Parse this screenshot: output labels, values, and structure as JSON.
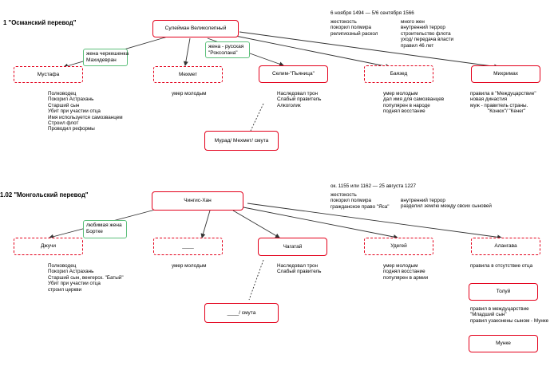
{
  "colors": {
    "box_border": "#e3001b",
    "spouse_border": "#5cbf7a",
    "line": "#333333"
  },
  "ottoman": {
    "heading": "1 \"Османский перевод\"",
    "ruler": "Сулейман Великолепный",
    "dates": "6 ноября 1494 — 5/6 сентября 1566",
    "notes_left": [
      "жестокость",
      "покорил полмира",
      "религиозный раскол"
    ],
    "notes_right": [
      "много жен",
      "внутренний террор",
      "строительство флота",
      "уход/ передача власти",
      "правил 46 лет"
    ],
    "spouse1": [
      "жена черкешенка",
      "Махидевран"
    ],
    "spouse2": [
      "жена - русская",
      "\"Роксолана\""
    ],
    "children": [
      {
        "name": "Мустафа",
        "notes": [
          "Полководец",
          "Покорил Астрахань",
          "Старший сын",
          "Убит при участии отца",
          "Имя используется самозванцем",
          "Строил флот",
          "Проводил реформы"
        ]
      },
      {
        "name": "Мехмет",
        "notes": [
          "умер молодым"
        ]
      },
      {
        "name": "Селим-\"Пьяница\"",
        "notes": [
          "Наследовал трон",
          "Слабый правитель",
          "Алкоголик"
        ]
      },
      {
        "name": "Баязед",
        "notes": [
          "умер молодым",
          "дал имя для самозванцев",
          "популярен  в народе",
          "поднял восстание"
        ]
      },
      {
        "name": "Михримах",
        "notes": [
          "правила в \"Междуцарствие\"",
          "новая династия",
          "муж - правитель страны.",
          "\"Конюх\"/ \"Кенег\""
        ]
      }
    ],
    "successor": "Мурад/ Мехмет/ смута"
  },
  "mongol": {
    "heading": "1.02 \"Монгольский перевод\"",
    "ruler": "Чингис-Хан",
    "dates": "ок. 1155 или 1162 — 25 августа 1227",
    "notes_left": [
      "жестокость",
      "покорил полмира",
      "гражданское право \"Яса\""
    ],
    "notes_right": [
      "внутренний террор",
      "разделил землю между своих сыновей"
    ],
    "spouse": [
      "любимая жена",
      "Бортке"
    ],
    "children": [
      {
        "name": "Джучи",
        "notes": [
          "Полководец",
          "Покорил Астрахань",
          "Старший сын, венгерск. \"Батый\"",
          "Убит при участии отца",
          "строил церкви"
        ]
      },
      {
        "name": "____",
        "notes": [
          "умер молодым"
        ]
      },
      {
        "name": "Чагатай",
        "notes": [
          "Наследовал трон",
          "Слабый правитель"
        ]
      },
      {
        "name": "Удегей",
        "notes": [
          "умер молодым",
          "поднял восстание",
          "популярен  в армии"
        ]
      },
      {
        "name": "Алангава",
        "notes": [
          "правила в отсутствие отца"
        ]
      }
    ],
    "successor": "____/ смута",
    "tolui": {
      "name": "Толуй",
      "notes": [
        "правил в междуцарствие",
        "\"Младший сын\"",
        "правил узаконены сыном - Мунке"
      ]
    },
    "munke": "Мунке"
  }
}
